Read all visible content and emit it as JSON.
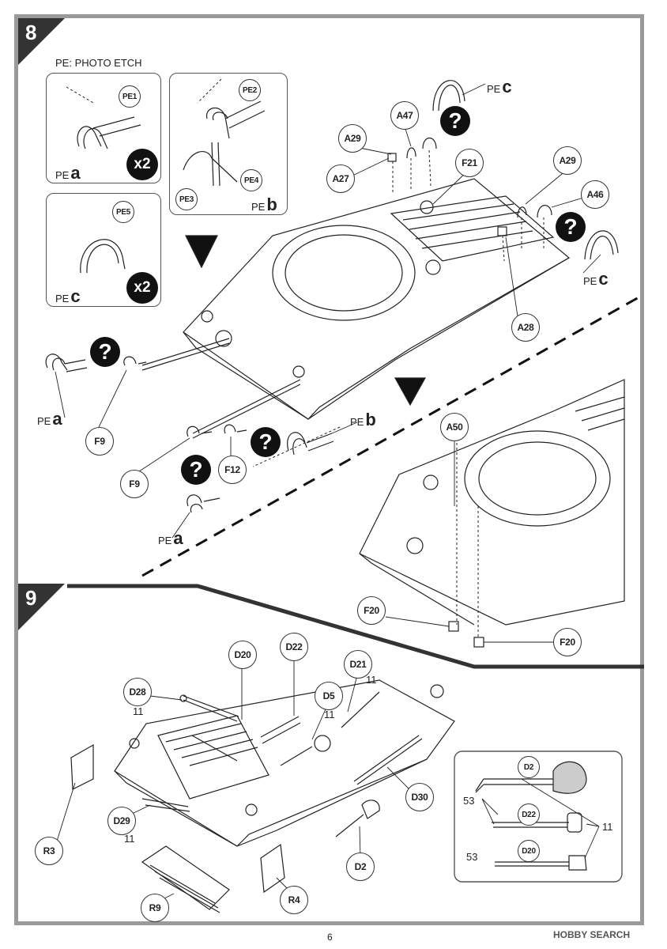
{
  "steps": {
    "step8": "8",
    "step9": "9"
  },
  "legend": {
    "pe_photo_etch": "PE: PHOTO ETCH"
  },
  "pe_boxes": [
    {
      "parts": [
        "PE1"
      ],
      "pe_letter": "a",
      "multiplier": "x2"
    },
    {
      "parts": [
        "PE2",
        "PE3",
        "PE4"
      ],
      "pe_letter": "b"
    },
    {
      "parts": [
        "PE5"
      ],
      "pe_letter": "c",
      "multiplier": "x2"
    }
  ],
  "step8_callouts": [
    "A47",
    "A29",
    "A27",
    "F21",
    "A29",
    "A46",
    "A28",
    "F9",
    "F9",
    "F12",
    "A50",
    "F20",
    "F20"
  ],
  "step8_pe_labels": {
    "pe_prefix": "PE",
    "c_top": "c",
    "c_right": "c",
    "a_left": "a",
    "b_mid": "b",
    "a_bottom": "a"
  },
  "question_mark": "?",
  "step9_callouts": [
    "D20",
    "D22",
    "D21",
    "D28",
    "D5",
    "D30",
    "D29",
    "D2",
    "R3",
    "R4",
    "R9"
  ],
  "step9_qty": {
    "d21": "11",
    "d28": "11",
    "d5": "11",
    "d29": "11"
  },
  "detail_box": {
    "callouts": [
      "D2",
      "D22",
      "D20"
    ],
    "labels": {
      "n53a": "53",
      "n53b": "53",
      "n11": "11"
    }
  },
  "footer": {
    "page_number": "6",
    "watermark": "HOBBY SEARCH"
  },
  "colors": {
    "frame": "#9a9a9a",
    "badge": "#333333",
    "line": "#222222"
  }
}
